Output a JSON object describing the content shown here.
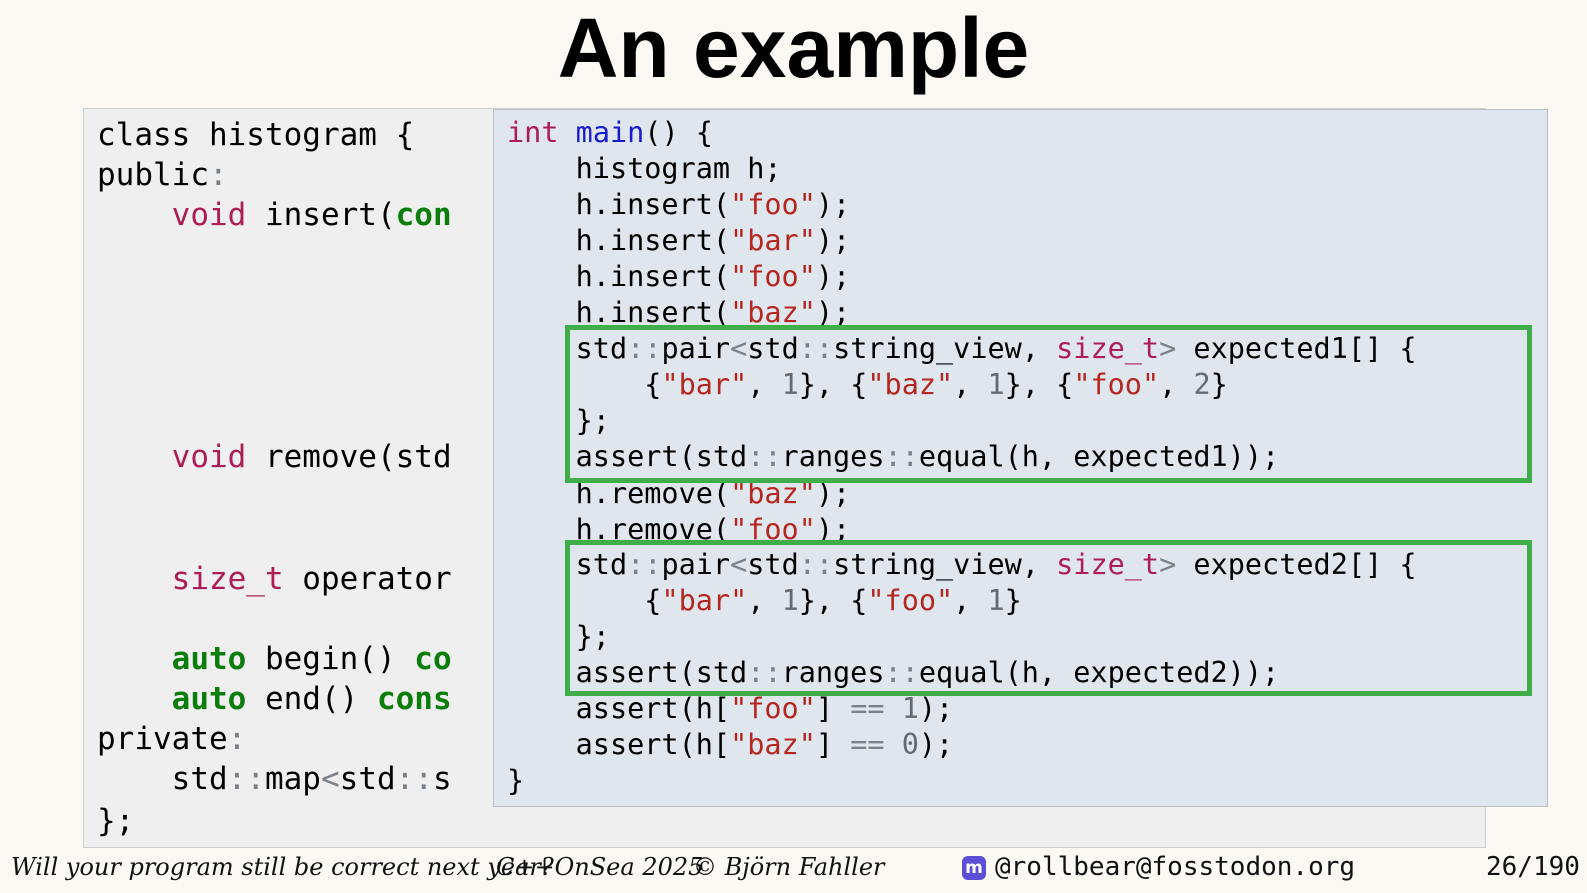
{
  "slide": {
    "title": "An example"
  },
  "back_code": {
    "l1": "class histogram {",
    "l2a": "public",
    "l2b": ":",
    "l3a": "    ",
    "l3b": "void",
    "l3c": " insert(",
    "l3d": "con",
    "l4a": "    ",
    "l4b": "void",
    "l4c": " remove(std",
    "l5a": "    ",
    "l5b": "size_t",
    "l5c": " operator",
    "l6a": "    ",
    "l6b": "auto",
    "l6c": " begin() ",
    "l6d": "co",
    "l7a": "    ",
    "l7b": "auto",
    "l7c": " end() ",
    "l7d": "cons",
    "l8a": "private",
    "l8b": ":",
    "l9a": "    std",
    "l9b": "::",
    "l9c": "map",
    "l9d": "<",
    "l9e": "std",
    "l9f": "::",
    "l9g": "s",
    "l10": "};"
  },
  "front_code": {
    "int_kw": "int",
    "main_fn": "main",
    "main_rest": "() {",
    "hist_decl": "    histogram h;",
    "ins_pre": "    h.insert(",
    "ins_post": ");",
    "s_foo": "\"foo\"",
    "s_bar": "\"bar\"",
    "s_baz": "\"baz\"",
    "rem_pre": "    h.remove(",
    "pair_std": "    std",
    "scope": "::",
    "pair": "pair",
    "lt": "<",
    "gt": ">",
    "std": "std",
    "string_view": "string_view",
    "comma": ", ",
    "size_t": "size_t",
    "exp1_decl": " expected1[] {",
    "exp2_decl": " expected2[] {",
    "brace_indent": "        {",
    "close_inner": "}",
    "sep": "}, {",
    "n1": "1",
    "n2": "2",
    "n0": "0",
    "close_init": "    };",
    "assert_pre": "    assert(std",
    "ranges": "ranges",
    "equal_exp1": "equal(h, expected1));",
    "equal_exp2": "equal(h, expected2));",
    "assert_idx_pre": "    assert(h[",
    "idx_mid": "] ",
    "eqeq": "==",
    "sp": " ",
    "close_call": ");",
    "main_close": "}"
  },
  "footer": {
    "talk": "Will your program still be correct next year?",
    "conf": "C++OnSea 2025",
    "author": "© Björn Fahller",
    "mastodon_icon": "m",
    "handle": "@rollbear@fosstodon.org",
    "page": "26/190"
  },
  "colors": {
    "keyword": "#ad1d55",
    "keyword_green": "#0b7d0b",
    "function": "#1a1ad0",
    "string": "#b5261e",
    "highlight_box": "#3fae4a",
    "front_panel": "#dfe6ee",
    "back_panel": "#efefef"
  }
}
